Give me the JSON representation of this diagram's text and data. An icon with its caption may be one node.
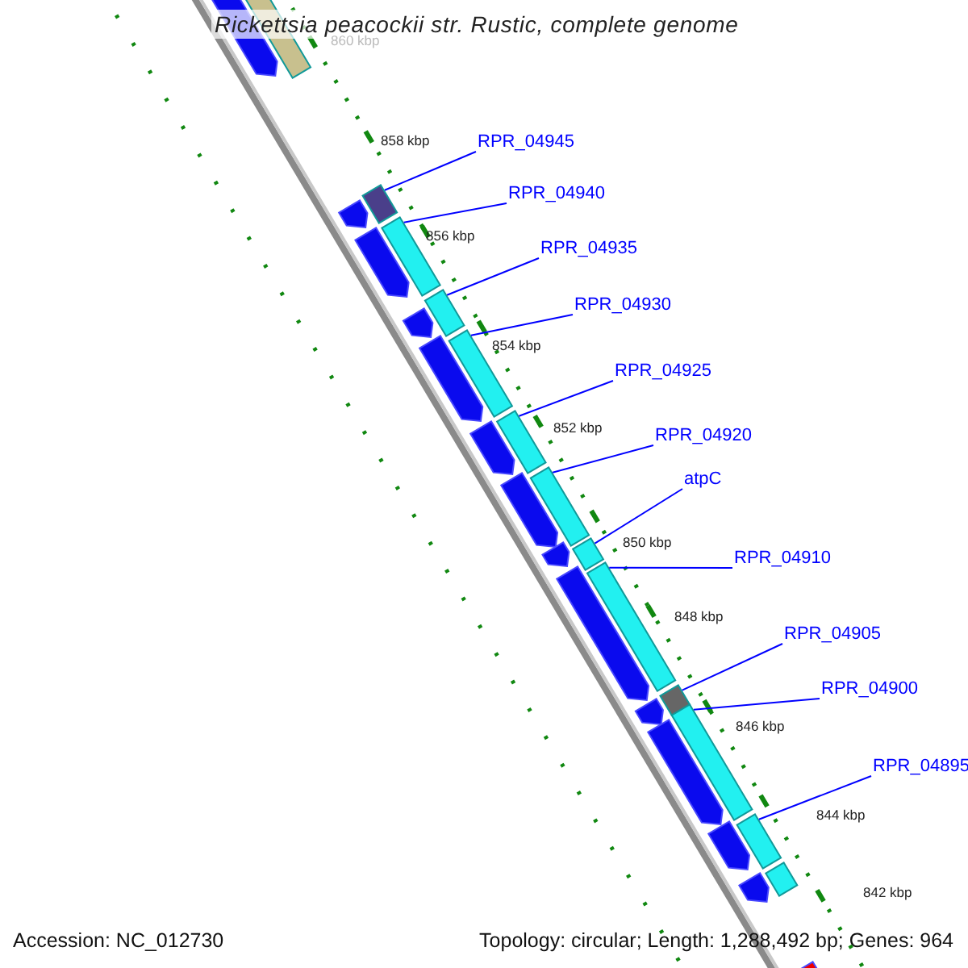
{
  "diagram": {
    "title": "Rickettsia peacockii str. Rustic, complete genome",
    "nodes": [
      {
        "text": [
          "RPR_04945"
        ]
      },
      {
        "text": [
          "RPR_04940"
        ]
      },
      {
        "text": [
          "RPR_04935"
        ]
      },
      {
        "text": [
          "RPR_04930"
        ]
      },
      {
        "text": [
          "RPR_04925"
        ]
      },
      {
        "text": [
          "RPR_04920"
        ]
      },
      {
        "text": [
          "atpC"
        ]
      },
      {
        "text": [
          "RPR_04910"
        ]
      },
      {
        "text": [
          "RPR_04905"
        ]
      },
      {
        "text": [
          "RPR_04900"
        ]
      },
      {
        "text": [
          "RPR_04895"
        ]
      },
      {
        "text": [],
        "shape": "bar"
      },
      {
        "text": [],
        "shape": "bar"
      },
      {
        "text": [],
        "shape": "bar"
      },
      {
        "text": [],
        "shape": "bar"
      },
      {
        "text": [],
        "shape": "bar"
      },
      {
        "text": [],
        "shape": "bar"
      },
      {
        "text": [],
        "shape": "bar"
      },
      {
        "text": [],
        "shape": "bar"
      },
      {
        "text": [],
        "shape": "bar"
      },
      {
        "text": [],
        "shape": "bar"
      },
      {
        "text": [],
        "shape": "bar"
      },
      {
        "text": [],
        "shape": "bar"
      },
      {
        "text": [],
        "shape": "bar"
      },
      {
        "text": [],
        "shape": "pentagon"
      },
      {
        "text": [],
        "shape": "pentagon"
      },
      {
        "text": [],
        "shape": "pentagon"
      },
      {
        "text": [],
        "shape": "pentagon"
      },
      {
        "text": [],
        "shape": "pentagon"
      },
      {
        "text": [],
        "shape": "pentagon"
      },
      {
        "text": [],
        "shape": "pentagon"
      },
      {
        "text": [],
        "shape": "pentagon"
      },
      {
        "text": [],
        "shape": "pentagon"
      },
      {
        "text": [],
        "shape": "pentagon"
      },
      {
        "text": [],
        "shape": "pentagon"
      },
      {
        "text": [],
        "shape": "pentagon"
      },
      {
        "text": [],
        "shape": "pentagon"
      },
      {
        "text": [],
        "shape": "pentagon"
      }
    ],
    "edges": [
      {
        "from": 0,
        "to": 12,
        "arrow": "none"
      },
      {
        "from": 1,
        "to": 13,
        "arrow": "none"
      },
      {
        "from": 2,
        "to": 14,
        "arrow": "none"
      },
      {
        "from": 3,
        "to": 15,
        "arrow": "none"
      },
      {
        "from": 4,
        "to": 16,
        "arrow": "none"
      },
      {
        "from": 5,
        "to": 17,
        "arrow": "none"
      },
      {
        "from": 6,
        "to": 18,
        "arrow": "none"
      },
      {
        "from": 7,
        "to": 19,
        "arrow": "none"
      },
      {
        "from": 8,
        "to": 20,
        "arrow": "none"
      },
      {
        "from": 9,
        "to": 21,
        "arrow": "none"
      },
      {
        "from": 10,
        "to": 22,
        "arrow": "none"
      }
    ],
    "labels": [
      "860 kbp",
      "858 kbp",
      "856 kbp",
      "854 kbp",
      "852 kbp",
      "850 kbp",
      "848 kbp",
      "846 kbp",
      "844 kbp",
      "842 kbp",
      "Accession: NC_012730",
      "Topology: circular; Length: 1,288,492 bp; Genes: 964"
    ]
  }
}
